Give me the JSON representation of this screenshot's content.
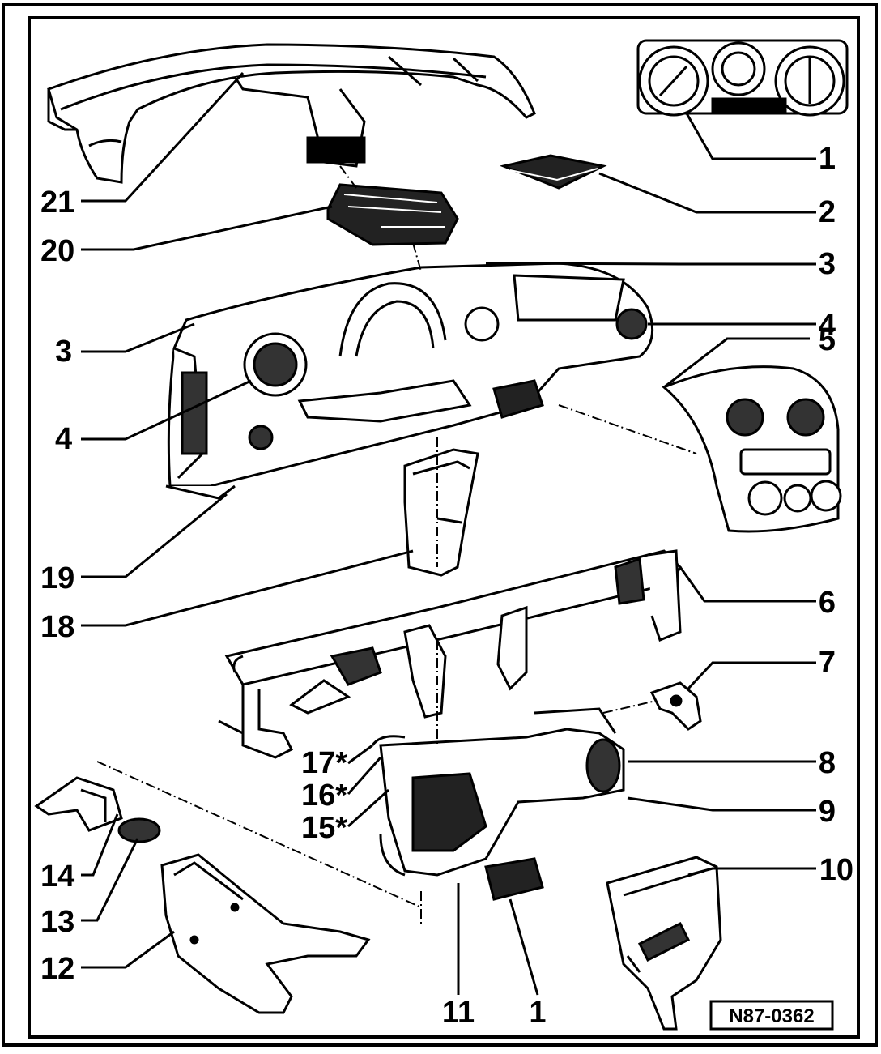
{
  "diagram": {
    "figure_code": "N87-0362",
    "callouts": [
      {
        "id": "c1a",
        "text": "1"
      },
      {
        "id": "c2",
        "text": "2"
      },
      {
        "id": "c3a",
        "text": "3"
      },
      {
        "id": "c4a",
        "text": "4"
      },
      {
        "id": "c5",
        "text": "5"
      },
      {
        "id": "c3b",
        "text": "3"
      },
      {
        "id": "c4b",
        "text": "4"
      },
      {
        "id": "c6",
        "text": "6"
      },
      {
        "id": "c7",
        "text": "7"
      },
      {
        "id": "c8",
        "text": "8"
      },
      {
        "id": "c9",
        "text": "9"
      },
      {
        "id": "c10",
        "text": "10"
      },
      {
        "id": "c21",
        "text": "21"
      },
      {
        "id": "c20",
        "text": "20"
      },
      {
        "id": "c19",
        "text": "19"
      },
      {
        "id": "c18",
        "text": "18"
      },
      {
        "id": "c17",
        "text": "17*"
      },
      {
        "id": "c16",
        "text": "16*"
      },
      {
        "id": "c15",
        "text": "15*"
      },
      {
        "id": "c14",
        "text": "14"
      },
      {
        "id": "c13",
        "text": "13"
      },
      {
        "id": "c12",
        "text": "12"
      },
      {
        "id": "c11",
        "text": "11"
      },
      {
        "id": "c1b",
        "text": "1"
      }
    ]
  }
}
